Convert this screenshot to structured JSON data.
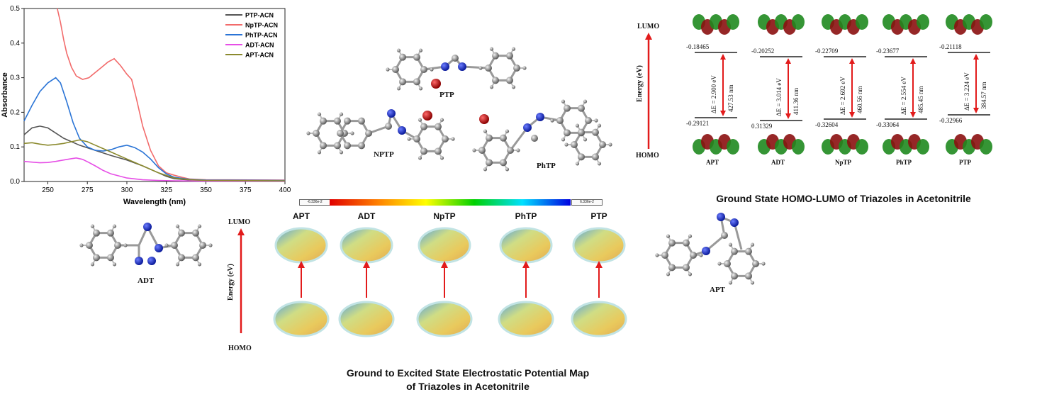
{
  "chart_data": {
    "type": "line",
    "xlabel": "Wavelength (nm)",
    "ylabel": "Absorbance",
    "xlim": [
      235,
      400
    ],
    "ylim": [
      0,
      0.5
    ],
    "xticks": [
      250,
      275,
      300,
      325,
      350,
      375,
      400
    ],
    "yticks": [
      0.0,
      0.1,
      0.2,
      0.3,
      0.4,
      0.5
    ],
    "legend_position": "top-right",
    "series": [
      {
        "name": "PTP-ACN",
        "color": "#555555",
        "x": [
          235,
          240,
          245,
          250,
          255,
          260,
          270,
          280,
          290,
          300,
          310,
          320,
          325,
          330,
          340,
          350,
          400
        ],
        "y": [
          0.135,
          0.155,
          0.16,
          0.155,
          0.14,
          0.125,
          0.105,
          0.09,
          0.075,
          0.062,
          0.045,
          0.025,
          0.015,
          0.008,
          0.004,
          0.003,
          0.002
        ]
      },
      {
        "name": "NpTP-ACN",
        "color": "#f26b6b",
        "x": [
          256,
          258,
          260,
          262,
          265,
          268,
          272,
          276,
          280,
          284,
          288,
          292,
          296,
          300,
          303,
          306,
          310,
          315,
          320,
          325,
          330,
          335,
          340,
          350,
          400
        ],
        "y": [
          0.5,
          0.46,
          0.41,
          0.37,
          0.33,
          0.305,
          0.295,
          0.3,
          0.315,
          0.33,
          0.345,
          0.355,
          0.335,
          0.31,
          0.295,
          0.24,
          0.16,
          0.09,
          0.045,
          0.025,
          0.018,
          0.012,
          0.007,
          0.005,
          0.004
        ]
      },
      {
        "name": "PhTP-ACN",
        "color": "#2a74d6",
        "x": [
          235,
          240,
          245,
          250,
          255,
          258,
          262,
          266,
          270,
          275,
          280,
          285,
          290,
          295,
          300,
          305,
          310,
          315,
          320,
          325,
          330,
          340,
          350,
          400
        ],
        "y": [
          0.175,
          0.22,
          0.26,
          0.285,
          0.3,
          0.285,
          0.23,
          0.17,
          0.125,
          0.1,
          0.09,
          0.088,
          0.092,
          0.1,
          0.105,
          0.098,
          0.085,
          0.065,
          0.04,
          0.022,
          0.012,
          0.006,
          0.004,
          0.003
        ]
      },
      {
        "name": "ADT-ACN",
        "color": "#e64fe6",
        "x": [
          235,
          240,
          245,
          250,
          255,
          260,
          265,
          268,
          272,
          276,
          280,
          285,
          290,
          300,
          310,
          320,
          330,
          350,
          400
        ],
        "y": [
          0.058,
          0.056,
          0.054,
          0.055,
          0.058,
          0.062,
          0.066,
          0.068,
          0.064,
          0.055,
          0.045,
          0.032,
          0.022,
          0.01,
          0.005,
          0.003,
          0.002,
          0.001,
          0.001
        ]
      },
      {
        "name": "APT-ACN",
        "color": "#8b8a2e",
        "x": [
          235,
          240,
          245,
          250,
          255,
          260,
          265,
          270,
          275,
          280,
          285,
          290,
          300,
          310,
          320,
          330,
          340,
          350,
          400
        ],
        "y": [
          0.11,
          0.112,
          0.108,
          0.105,
          0.107,
          0.11,
          0.115,
          0.12,
          0.115,
          0.105,
          0.095,
          0.085,
          0.065,
          0.045,
          0.025,
          0.01,
          0.005,
          0.003,
          0.002
        ]
      }
    ]
  },
  "molecules": {
    "ptp": "PTP",
    "nptp": "NPTP",
    "phtp": "PhTP",
    "adt": "ADT",
    "apt": "APT"
  },
  "energy_axis": {
    "lumo": "LUMO",
    "homo": "HOMO",
    "label": "Energy (eV)"
  },
  "homo_lumo": {
    "title": "Ground State HOMO-LUMO of Triazoles in Acetonitrile",
    "columns": [
      {
        "name": "APT",
        "lumo": "-0.18465",
        "homo": "-0.29121",
        "delta": "ΔE = 2.900 eV",
        "wavelength": "427.53 nm"
      },
      {
        "name": "ADT",
        "lumo": "-0.20252",
        "homo": "0.31329",
        "delta": "ΔE = 3.014 eV",
        "wavelength": "411.36 nm"
      },
      {
        "name": "NpTP",
        "lumo": "-0.22709",
        "homo": "-0.32604",
        "delta": "ΔE = 2.692 eV",
        "wavelength": "460.56 nm"
      },
      {
        "name": "PhTP",
        "lumo": "-0.23677",
        "homo": "-0.33064",
        "delta": "ΔE = 2.554 eV",
        "wavelength": "485.45 nm"
      },
      {
        "name": "PTP",
        "lumo": "-0.21118",
        "homo": "-0.32966",
        "delta": "ΔE = 3.224 eV",
        "wavelength": "384.57 nm"
      }
    ]
  },
  "esp": {
    "title_line1": "Ground to Excited State Electrostatic Potential Map",
    "title_line2": "of Triazoles in Acetonitrile",
    "scale_min": "-6.336e-2",
    "scale_max": "6.336e-2",
    "labels": [
      "APT",
      "ADT",
      "NpTP",
      "PhTP",
      "PTP"
    ]
  },
  "colors": {
    "arrow_red": "#e21b1b",
    "orbital_green": "#1f8a1f",
    "orbital_red": "#8b1010",
    "atom_gray": "#8a8a8a",
    "atom_blue": "#1a2fbf",
    "atom_red": "#c01010"
  }
}
